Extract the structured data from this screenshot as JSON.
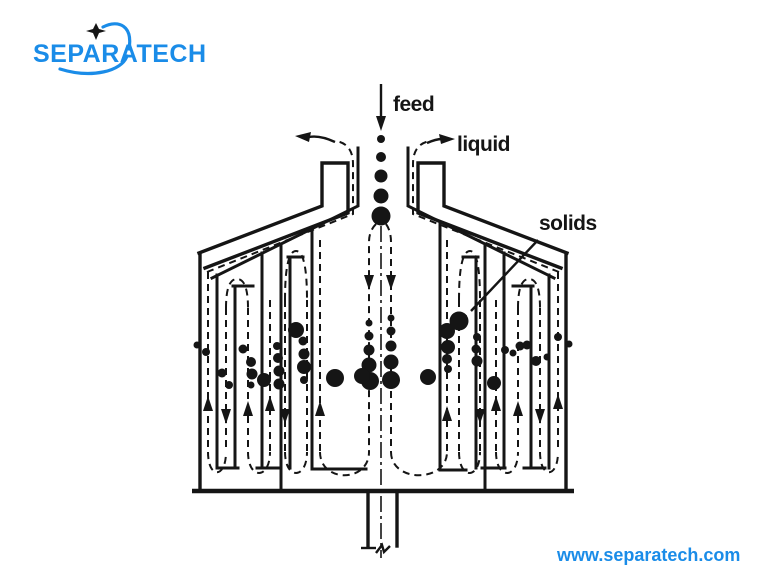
{
  "brand": {
    "logo_text": "SEPARATECH",
    "website_url": "www.separatech.com",
    "accent_color": "#1a8ce8"
  },
  "diagram": {
    "type": "separator cross-section flow schematic",
    "line_color": "#151515",
    "background_color": "#ffffff",
    "labels": {
      "feed": "feed",
      "liquid": "liquid",
      "solids": "solids"
    }
  }
}
